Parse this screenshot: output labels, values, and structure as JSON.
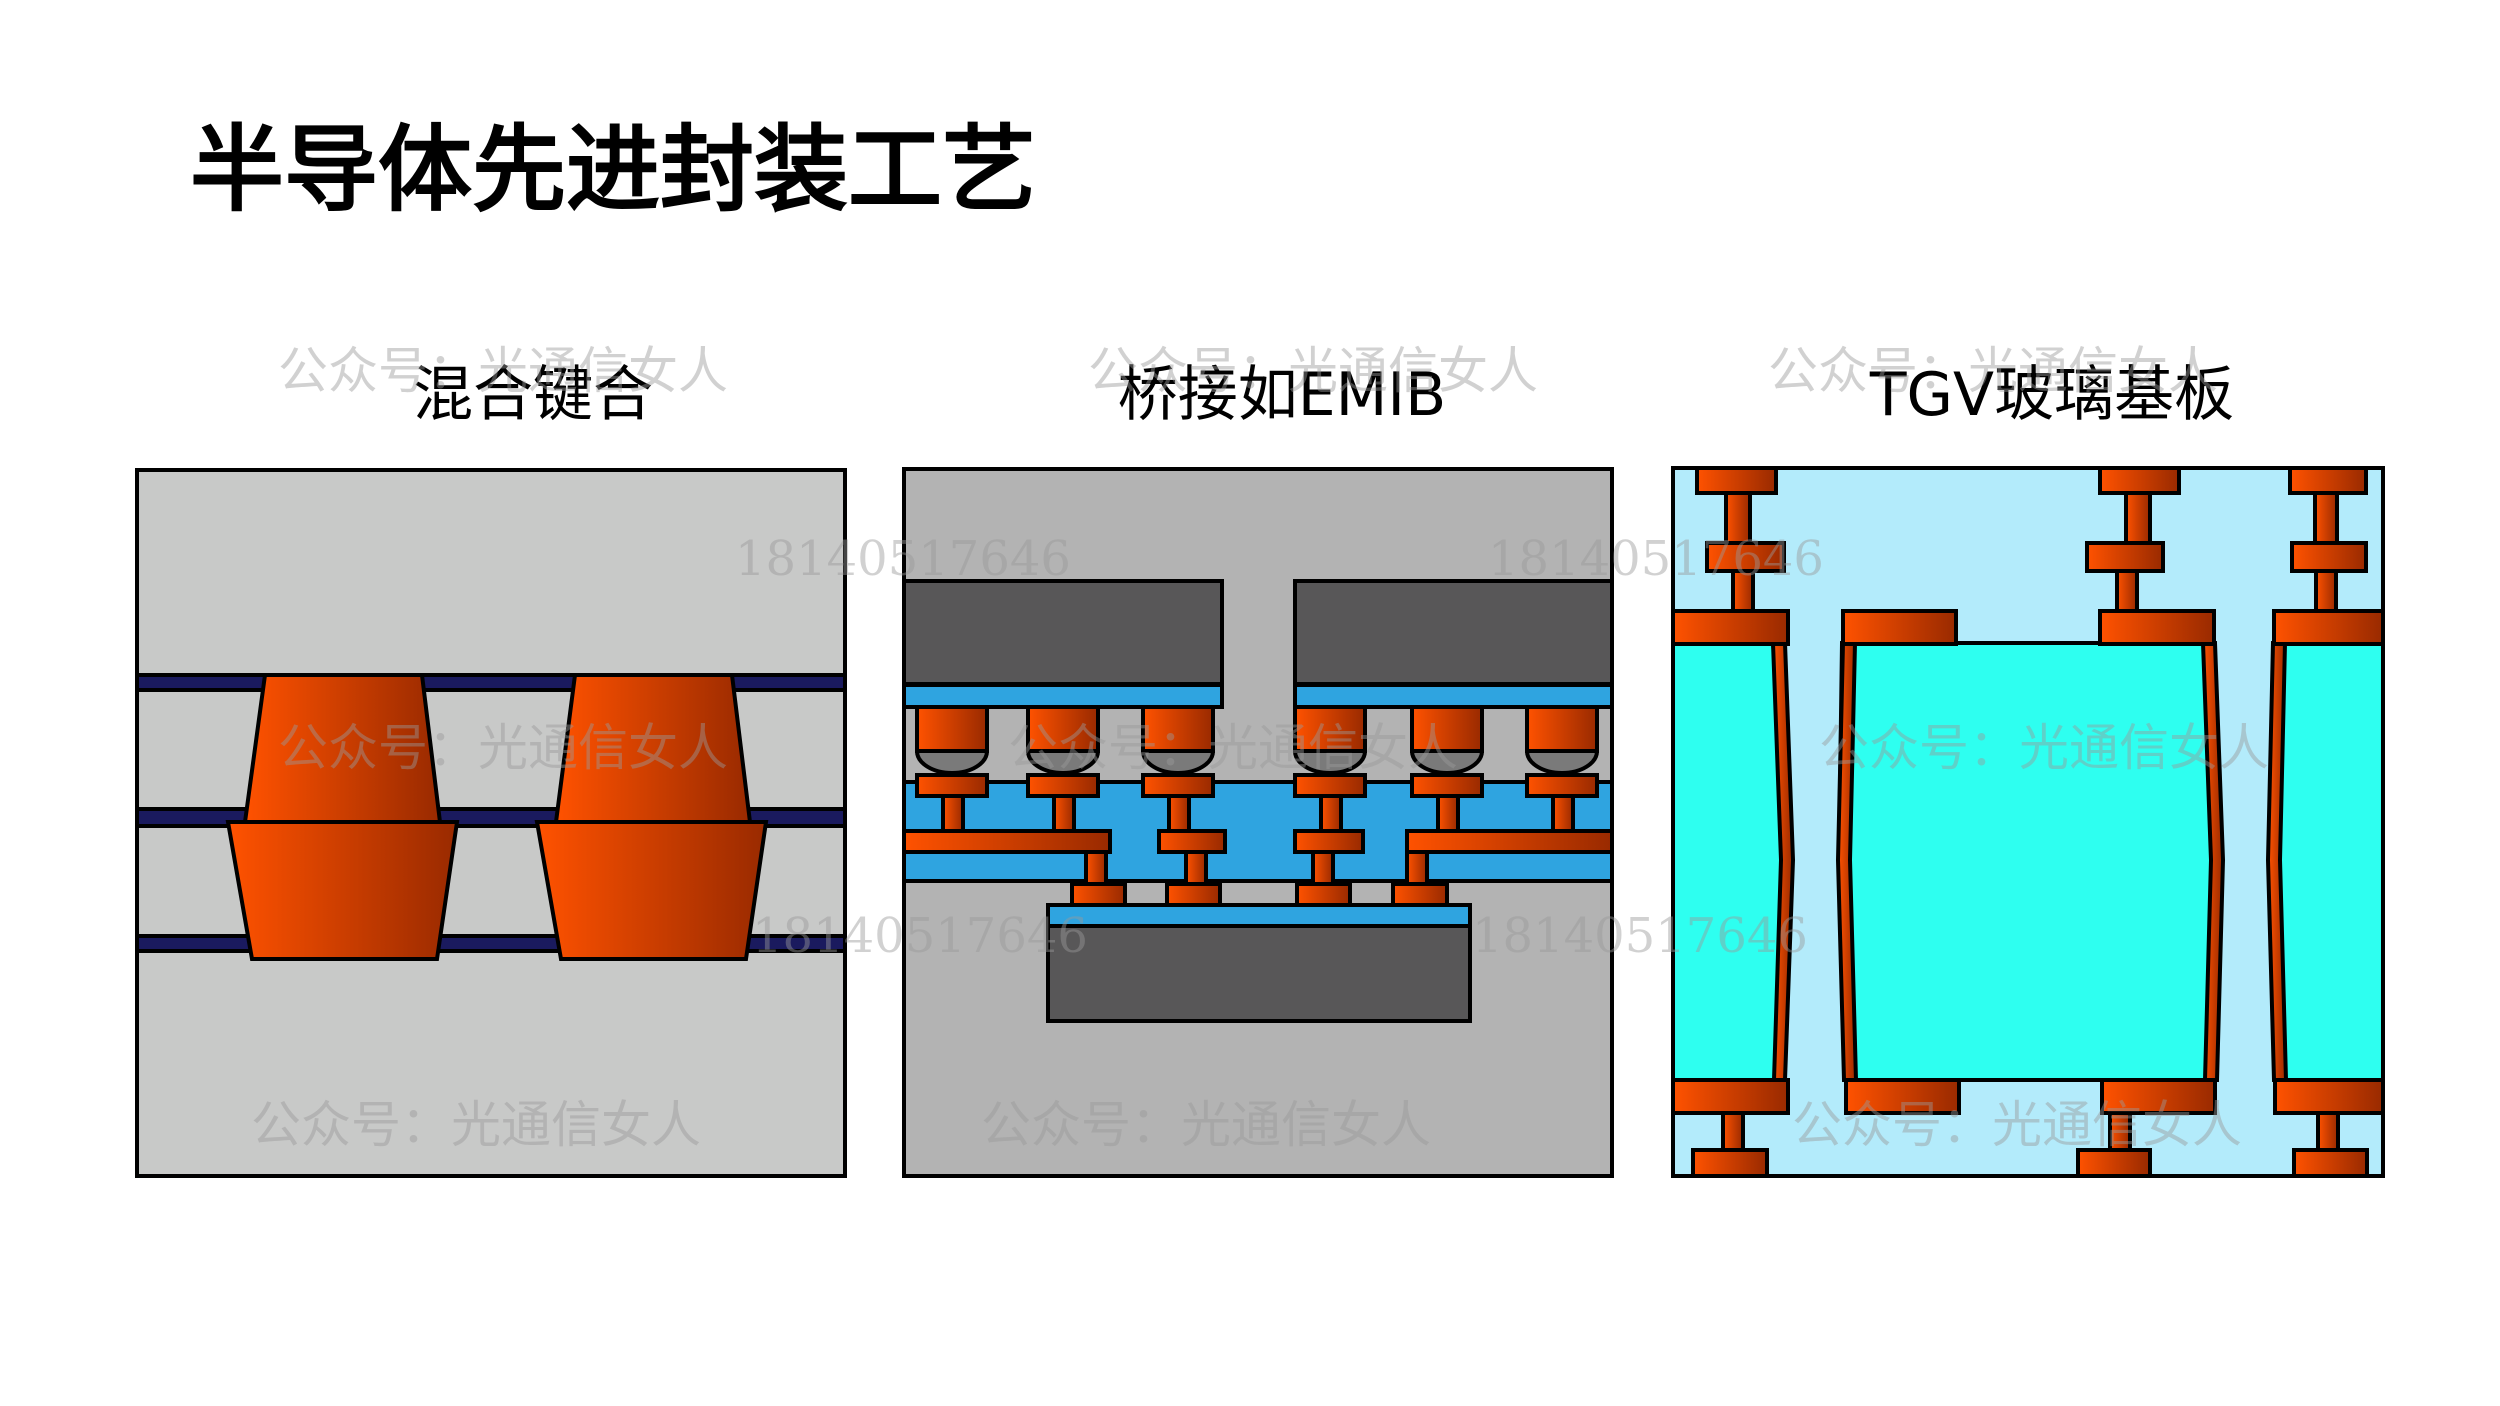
{
  "title": "半导体先进封装工艺",
  "panels": [
    {
      "label": "混合键合",
      "bg_color": "#c8c9c8"
    },
    {
      "label": "桥接如EMIB",
      "bg_color": "#b3b3b3"
    },
    {
      "label": "TGV玻璃基板",
      "bg_color": "#b3ebfb"
    }
  ],
  "watermarks": {
    "account": "公众号：光通信女人",
    "phone": "18140517646"
  },
  "colors": {
    "copper_light": "#ff5200",
    "copper_dark": "#992a00",
    "navy_line": "#1a1a5e",
    "dielectric_blue": "#2fa4e0",
    "die_gray": "#585758",
    "solder_cap": "#7a7a7a",
    "glass_cyan": "#2efff0"
  }
}
